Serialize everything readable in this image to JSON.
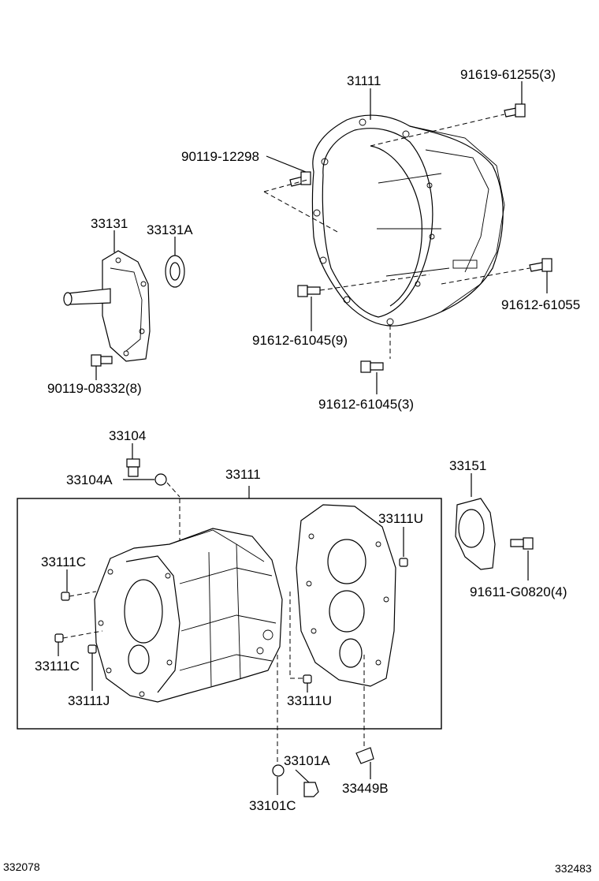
{
  "labels": {
    "bell_housing": "31111",
    "bolt_bell_top": "91619-61255(3)",
    "bolt_left": "90119-12298",
    "retainer": "33131",
    "oil_seal": "33131A",
    "bolt_lower_left": "91612-61045(9)",
    "bolt_right": "91612-61055",
    "bolt_retainer": "90119-08332(8)",
    "bolt_bottom": "91612-61045(3)",
    "plug": "33104",
    "gasket": "33104A",
    "case_assy": "33111",
    "rear_cover": "33151",
    "pin_u_top": "33111U",
    "pin_c_top": "33111C",
    "bolt_rear_cover": "91611-G0820(4)",
    "pin_c_bottom": "33111C",
    "pin_j": "33111J",
    "pin_u_bottom": "33111U",
    "drain_gasket": "33101A",
    "sensor": "33449B",
    "drain_plug": "33101C",
    "code_left": "332078",
    "code_right": "332483"
  }
}
